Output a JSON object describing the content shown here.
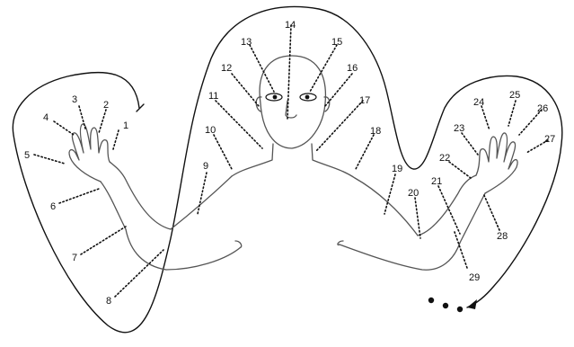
{
  "points": [
    "1",
    "2",
    "3",
    "4",
    "5",
    "6",
    "7",
    "8",
    "9",
    "10",
    "11",
    "12",
    "13",
    "14",
    "15",
    "16",
    "17",
    "18",
    "19",
    "20",
    "21",
    "22",
    "23",
    "24",
    "25",
    "26",
    "27",
    "28",
    "29"
  ]
}
